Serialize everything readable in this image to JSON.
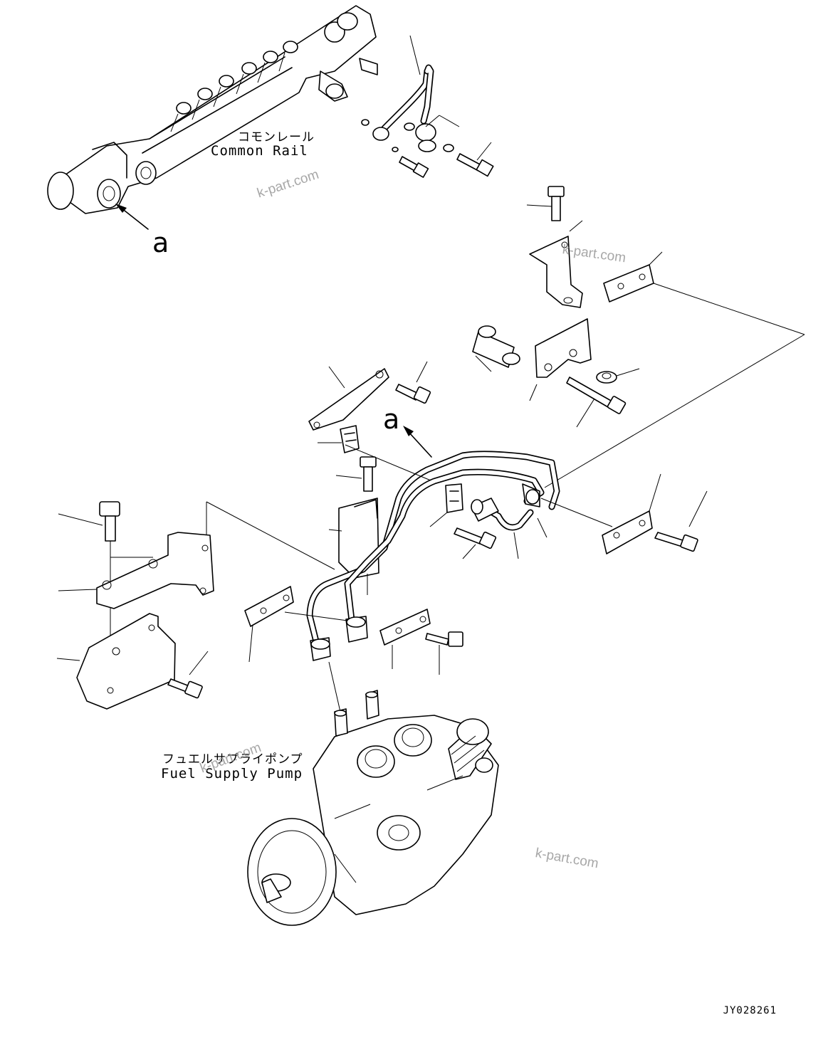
{
  "labels": {
    "common_rail_jp": "コモンレール",
    "common_rail_en": "Common Rail",
    "view_top": "a",
    "view_mid": "a",
    "supply_pump_jp": "フュエルサプライポンプ",
    "supply_pump_en": "Fuel Supply Pump",
    "drawing_code": "JY028261"
  },
  "watermarks": [
    "k-part.com",
    "k-part.com",
    "k-part.com",
    "k-part.com"
  ]
}
